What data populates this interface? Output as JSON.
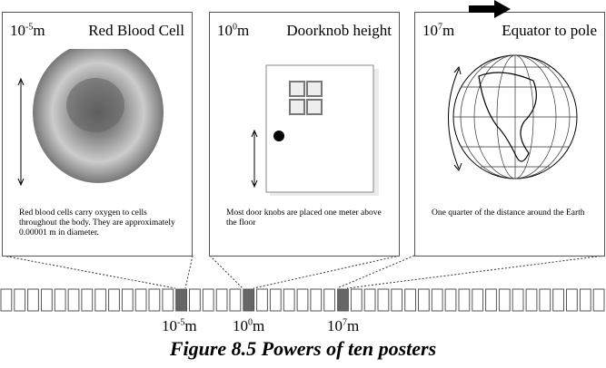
{
  "posters": [
    {
      "base": "10",
      "exponent": "-5",
      "unit": "m",
      "title": "Red Blood Cell",
      "description": "Red blood cells carry oxygen to cells throughout the body.  They are approximately 0.00001 m in diameter."
    },
    {
      "base": "10",
      "exponent": "0",
      "unit": "m",
      "title": "Doorknob height",
      "description": "Most door knobs are placed one meter above the floor"
    },
    {
      "base": "10",
      "exponent": "7",
      "unit": "m",
      "title": "Equator to pole",
      "description": "One quarter of the distance around the Earth"
    }
  ],
  "strip": {
    "count": 45,
    "highlighted": [
      13,
      18,
      25
    ],
    "highlight_color": "#666666"
  },
  "strip_labels": [
    {
      "base": "10",
      "exponent": "-5",
      "unit": "m"
    },
    {
      "base": "10",
      "exponent": "0",
      "unit": "m"
    },
    {
      "base": "10",
      "exponent": "7",
      "unit": "m"
    }
  ],
  "caption": "Figure 8.5  Powers of ten posters"
}
